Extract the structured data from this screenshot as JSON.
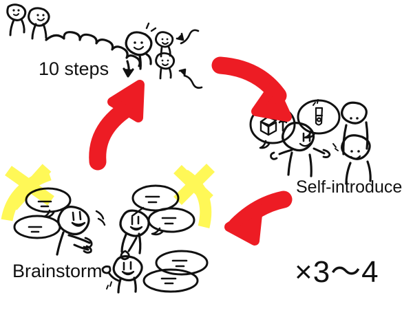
{
  "diagram": {
    "title_text_elements": {
      "steps_label": "10 steps",
      "self_introduce_label": "Self-introduce",
      "brainstorm_label": "Brainstorm",
      "repeat_label": "×3〜4"
    },
    "colors": {
      "ink": "#111111",
      "red_arrow": "#ED1C24",
      "yellow_highlight": "#FFF84F",
      "background": "#FFFFFF"
    },
    "cycle_steps": [
      {
        "id": "walk",
        "label": "10 steps",
        "position": "top-left"
      },
      {
        "id": "self-introduce",
        "label": "Self-introduce",
        "position": "right"
      },
      {
        "id": "brainstorm",
        "label": "Brainstorm",
        "position": "bottom-left"
      }
    ],
    "arrows": [
      {
        "id": "arrow-top-right",
        "from": "walk",
        "to": "self-introduce",
        "color": "#ED1C24",
        "direction": "down-right"
      },
      {
        "id": "arrow-bottom",
        "from": "self-introduce",
        "to": "brainstorm",
        "color": "#ED1C24",
        "direction": "down-left"
      },
      {
        "id": "arrow-left",
        "from": "brainstorm",
        "to": "walk",
        "color": "#ED1C24",
        "direction": "up-right"
      }
    ],
    "annotations": {
      "repeat_count": "×3〜4",
      "highlight_marks": [
        "yellow-arc-left",
        "yellow-cross-left",
        "yellow-arc-right",
        "yellow-cross-right"
      ]
    },
    "thought_bubbles": [
      {
        "owner": "self-introduce-speaker",
        "content_icon": "cube-with-arrow"
      },
      {
        "owner": "self-introduce-speaker",
        "content_icon": "test-tube"
      }
    ],
    "figure_counts": {
      "top_left_pair": 2,
      "walking_group": 3,
      "self_introduce_group": 4,
      "brainstorm_group": 3
    }
  }
}
